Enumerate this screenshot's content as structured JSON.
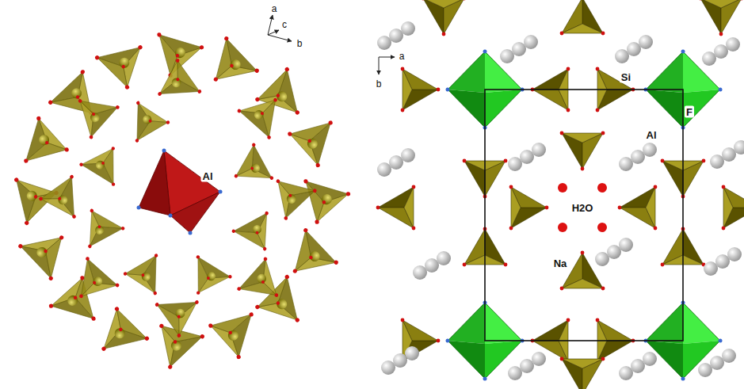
{
  "diagram": {
    "labels": [
      "a",
      "c",
      "b",
      "Al",
      "a",
      "b",
      "Si",
      "F",
      "Al",
      "H2O",
      "Na"
    ]
  }
}
